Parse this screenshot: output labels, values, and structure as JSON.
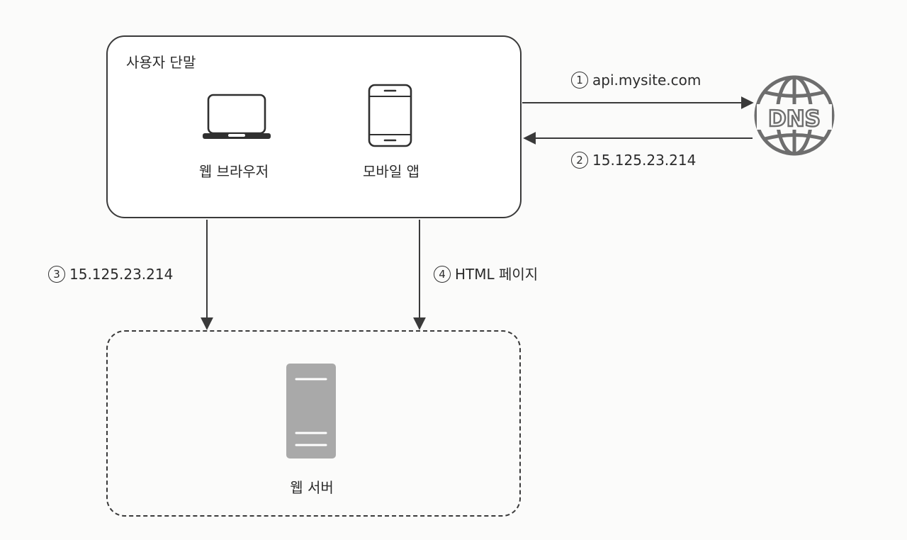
{
  "client": {
    "title": "사용자 단말",
    "devices": [
      {
        "label": "웹 브라우저",
        "icon": "laptop-icon"
      },
      {
        "label": "모바일 앱",
        "icon": "mobile-phone-icon"
      }
    ]
  },
  "dns": {
    "label": "DNS",
    "icon": "globe-icon"
  },
  "server": {
    "label": "웹 서버",
    "icon": "server-icon"
  },
  "steps": [
    {
      "number": "1",
      "text": "api.mysite.com"
    },
    {
      "number": "2",
      "text": "15.125.23.214"
    },
    {
      "number": "3",
      "text": "15.125.23.214"
    },
    {
      "number": "4",
      "text": "HTML 페이지"
    }
  ],
  "colors": {
    "line": "#3a3a3a",
    "server_fill": "#a9a9a9",
    "dns_gray": "#6e6e6e",
    "background": "#fbfbfa"
  }
}
